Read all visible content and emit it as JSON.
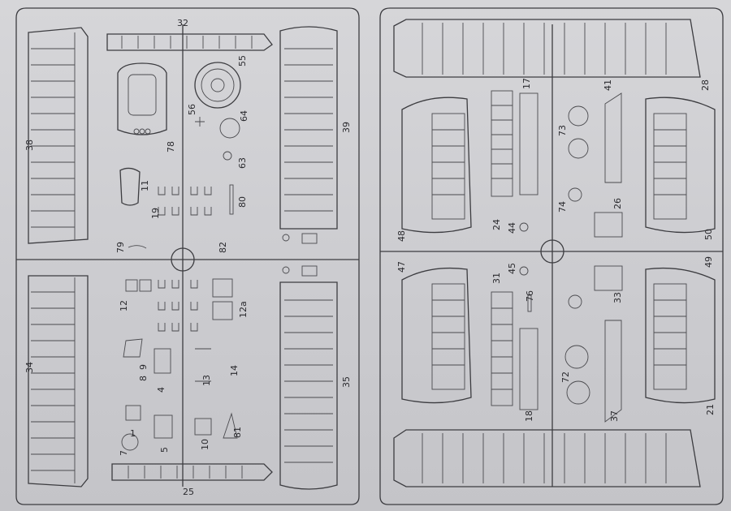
{
  "labels": [
    "1",
    "4",
    "5",
    "7",
    "8",
    "9",
    "10",
    "11",
    "12",
    "12a",
    "13",
    "14",
    "17",
    "18",
    "19",
    "21",
    "24",
    "25",
    "26",
    "28",
    "31",
    "32",
    "33",
    "34",
    "35",
    "37",
    "38",
    "39",
    "41",
    "44",
    "45",
    "47",
    "48",
    "49",
    "50",
    "55",
    "56",
    "63",
    "64",
    "72",
    "73",
    "74",
    "76",
    "78",
    "79",
    "80",
    "81",
    "82"
  ],
  "colors": {
    "line": "#3c3c40",
    "background": "#cfcfd2"
  }
}
